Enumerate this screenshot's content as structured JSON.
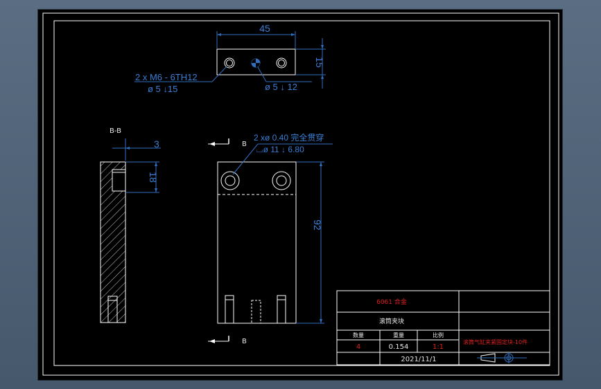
{
  "drawing": {
    "top_view": {
      "width_dim": "45",
      "height_dim": "15",
      "thread_note_line1": "2 x  M6 - 6TH12",
      "thread_note_line2": "ø 5 ↓15",
      "pin_note": "ø 5 ↓ 12"
    },
    "section_view": {
      "label": "B-B",
      "dim_small": "3",
      "dim_18": "18"
    },
    "front_view": {
      "hole_note_line1": "2 xø 0.40 完全贯穿",
      "hole_note_line2": "⌴ø 11 ↓ 6.80",
      "dim_92": "92",
      "section_marker_top": "B",
      "section_marker_bottom": "B"
    }
  },
  "title_block": {
    "material": "6061 合金",
    "part_name": "滚筒夹块",
    "header_quantity": "数量",
    "header_weight": "重量",
    "header_scale": "比例",
    "quantity": "4",
    "weight": "0.154",
    "scale": "1:1",
    "date": "2021/11/1",
    "drawing_title": "滚筒气缸夹紧固定块-10件"
  },
  "colors": {
    "sheet_bg": "#000000",
    "app_bg": "#4d5f72",
    "linework": "#ffffff",
    "dimension": "#2f6fc0",
    "title_text": "#e02020"
  }
}
